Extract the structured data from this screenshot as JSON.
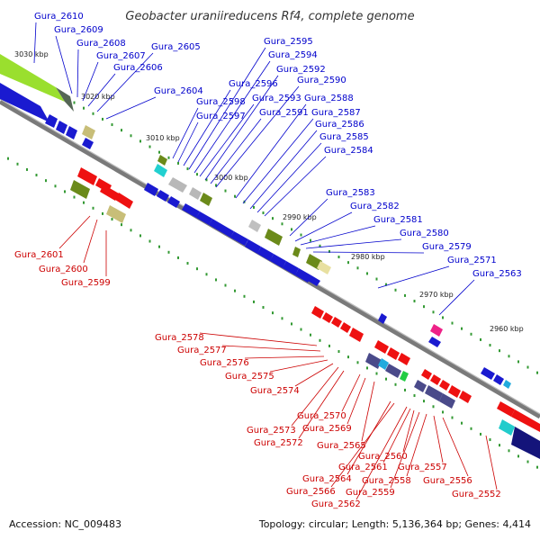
{
  "title": "Geobacter uraniireducens Rf4, complete genome",
  "footer": {
    "accession": "Accession: NC_009483",
    "summary": "Topology: circular; Length: 5,136,364 bp; Genes: 4,414"
  },
  "colors": {
    "plus_label": "#0000cc",
    "minus_label": "#cc0000",
    "backbone": "#808080",
    "tick": "#339933"
  },
  "ticks": [
    {
      "label": "3030 kbp",
      "t": 0.04
    },
    {
      "label": "3020 kbp",
      "t": 0.17
    },
    {
      "label": "3010 kbp",
      "t": 0.31
    },
    {
      "label": "3000 kbp",
      "t": 0.43
    },
    {
      "label": "2990 kbp",
      "t": 0.56
    },
    {
      "label": "2980 kbp",
      "t": 0.68
    },
    {
      "label": "2970 kbp",
      "t": 0.81
    },
    {
      "label": "2960 kbp",
      "t": 0.94
    }
  ],
  "plus_labels": [
    "Gura_2610",
    "Gura_2609",
    "Gura_2608",
    "Gura_2607",
    "Gura_2606",
    "Gura_2605",
    "Gura_2604",
    "Gura_2598",
    "Gura_2597",
    "Gura_2596",
    "Gura_2595",
    "Gura_2594",
    "Gura_2593",
    "Gura_2592",
    "Gura_2591",
    "Gura_2590",
    "Gura_2588",
    "Gura_2587",
    "Gura_2586",
    "Gura_2585",
    "Gura_2584",
    "Gura_2583",
    "Gura_2582",
    "Gura_2581",
    "Gura_2580",
    "Gura_2579",
    "Gura_2571",
    "Gura_2563"
  ],
  "minus_labels_upper": [
    "Gura_2601",
    "Gura_2600",
    "Gura_2599"
  ],
  "minus_labels_lower": [
    "Gura_2578",
    "Gura_2577",
    "Gura_2576",
    "Gura_2575",
    "Gura_2574",
    "Gura_2573",
    "Gura_2572",
    "Gura_2570",
    "Gura_2569",
    "Gura_2565",
    "Gura_2564",
    "Gura_2566",
    "Gura_2562",
    "Gura_2561",
    "Gura_2560",
    "Gura_2559",
    "Gura_2558",
    "Gura_2557",
    "Gura_2556",
    "Gura_2552"
  ]
}
